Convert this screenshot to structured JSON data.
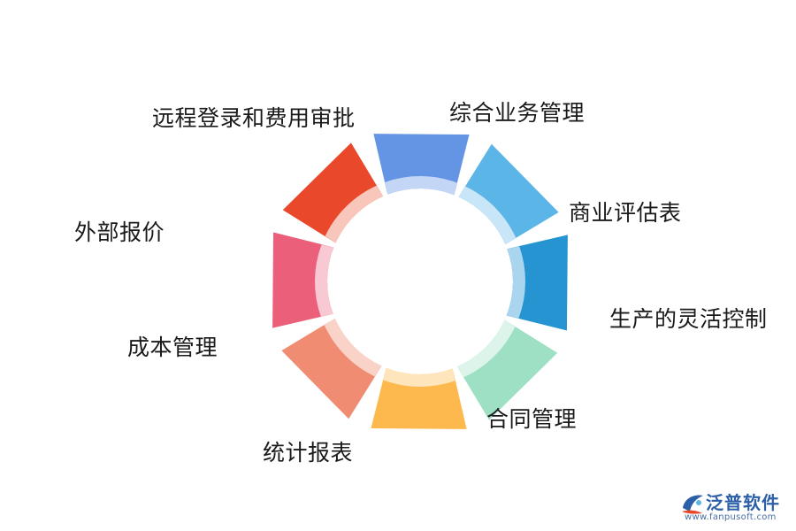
{
  "diagram": {
    "segments": [
      {
        "label": "远程登录和费用审批",
        "color": "#6495e4",
        "inner_color": "#c3d6f6"
      },
      {
        "label": "综合业务管理",
        "color": "#5bb5e6",
        "inner_color": "#c8e6f7"
      },
      {
        "label": "商业评估表",
        "color": "#2594d0",
        "inner_color": "#a9d5ee"
      },
      {
        "label": "生产的灵活控制",
        "color": "#9de0c3",
        "inner_color": "#dcf4e9"
      },
      {
        "label": "合同管理",
        "color": "#fdb94e",
        "inner_color": "#fee5bc"
      },
      {
        "label": "统计报表",
        "color": "#ef8c72",
        "inner_color": "#f9d3c8"
      },
      {
        "label": "成本管理",
        "color": "#ec5f7b",
        "inner_color": "#f8c9d2"
      },
      {
        "label": "外部报价",
        "color": "#e9482a",
        "inner_color": "#f8c6bb"
      }
    ]
  },
  "logo": {
    "name": "泛普软件",
    "url": "www.fanpusoft.com",
    "icon": "fanpu-logo-icon",
    "color": "#2c5fa8"
  }
}
